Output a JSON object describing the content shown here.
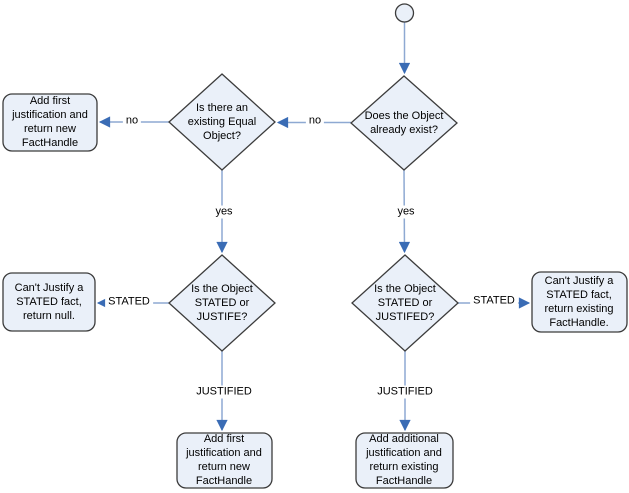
{
  "diagram": {
    "colors": {
      "node_fill": "#eaf0f9",
      "node_border": "#3c3c3c",
      "connector_line": "#8ea9d2",
      "arrowhead": "#3a6cb5",
      "background": "#ffffff",
      "text": "#000000"
    },
    "nodes": {
      "start": {
        "type": "start-circle"
      },
      "does_exist": {
        "type": "decision",
        "text": "Does the Object\nalready exist?"
      },
      "equal_object": {
        "type": "decision",
        "text": "Is there an\nexisting Equal\nObject?"
      },
      "add_first_top": {
        "type": "action",
        "text": "Add first\njustification and\nreturn new\nFactHandle"
      },
      "stated_left": {
        "type": "decision",
        "text": "Is the Object\nSTATED or\nJUSTIFE?"
      },
      "cant_justify_null": {
        "type": "action",
        "text": "Can't Justify a\nSTATED fact,\nreturn null."
      },
      "add_first_bottom": {
        "type": "action",
        "text": "Add first\njustification and\nreturn new\nFactHandle"
      },
      "stated_right": {
        "type": "decision",
        "text": "Is the Object\nSTATED or\nJUSTIFED?"
      },
      "cant_justify_existing": {
        "type": "action",
        "text": "Can't Justify a\nSTATED fact,\nreturn existing\nFactHandle."
      },
      "add_additional": {
        "type": "action",
        "text": "Add additional\njustification and\nreturn existing\nFactHandle"
      }
    },
    "edge_labels": {
      "no_right": "no",
      "no_left": "no",
      "yes_left": "yes",
      "yes_right": "yes",
      "stated_left": "STATED",
      "stated_right": "STATED",
      "justified_left": "JUSTIFIED",
      "justified_right": "JUSTIFIED"
    }
  }
}
